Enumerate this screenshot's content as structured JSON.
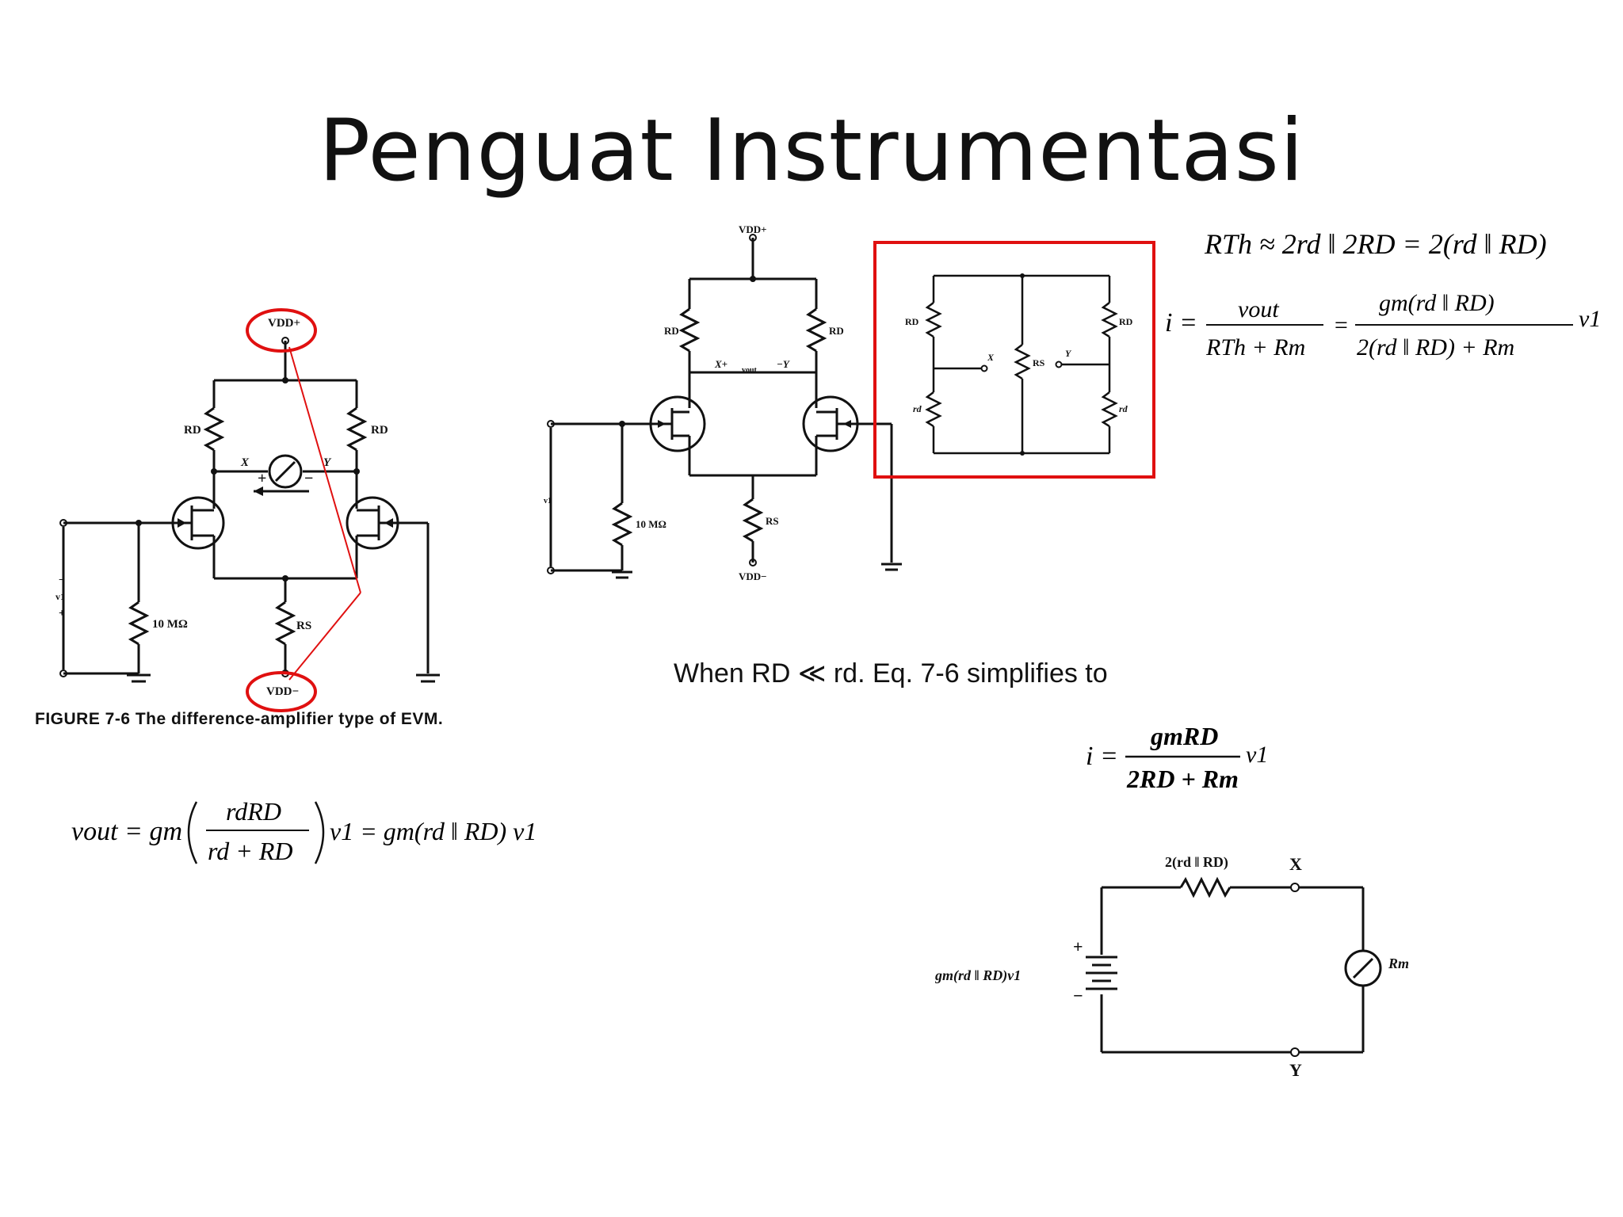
{
  "title": "Penguat  Instrumentasi",
  "figure_left": {
    "caption": "FIGURE 7-6   The difference-amplifier type of EVM.",
    "labels": {
      "vdd_top": "VDD+",
      "vdd_bottom": "VDD−",
      "rd_left": "RD",
      "rd_right": "RD",
      "rs": "RS",
      "x": "X",
      "y": "Y",
      "plus": "+",
      "minus": "−",
      "resistor_10m": "10 MΩ",
      "v1": "v1",
      "v1_minus": "−",
      "v1_plus": "+"
    },
    "highlight_color": "#e01010"
  },
  "figure_center": {
    "labels": {
      "vdd_top": "VDD+",
      "vdd_bottom": "VDD−",
      "rd_left": "RD",
      "rd_right": "RD",
      "rs": "RS",
      "x_plus": "X+",
      "vout": "vout",
      "minus_y": "−Y",
      "resistor_10m": "10 MΩ",
      "v1": "v1"
    }
  },
  "figure_bridge": {
    "labels": {
      "rd_left": "RD",
      "rd_right": "RD",
      "rs": "RS",
      "rd_small_left": "rd",
      "rd_small_right": "rd",
      "x": "X",
      "y": "Y"
    },
    "box_color": "#e01010"
  },
  "equations": {
    "rth": "RTh ≈ 2rd ‖ 2RD = 2(rd ‖ RD)",
    "i_full_lhs": "i =",
    "i_full_num1": "vout",
    "i_full_den1": "RTh + Rm",
    "i_full_num2": "gm(rd ‖ RD)",
    "i_full_den2": "2(rd ‖ RD) + Rm",
    "i_full_tail": "v1",
    "vout_lhs": "vout = gm",
    "vout_num": "rdRD",
    "vout_den": "rd + RD",
    "vout_rhs": "v1 = gm(rd ‖ RD) v1",
    "when_text": "When RD ≪ rd. Eq. 7-6 simplifies to",
    "i_simple_lhs": "i =",
    "i_simple_num": "gmRD",
    "i_simple_den": "2RD + Rm",
    "i_simple_tail": "v1"
  },
  "figure_thevenin": {
    "labels": {
      "resistor": "2(rd ‖ RD)",
      "x": "X",
      "y": "Y",
      "source": "gm(rd ‖ RD)v1",
      "plus": "+",
      "minus": "−",
      "meter": "Rm"
    }
  }
}
